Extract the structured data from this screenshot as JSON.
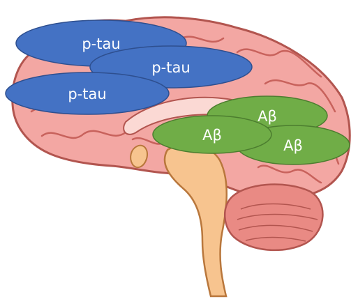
{
  "colors": {
    "brain_fill": "#f3a7a3",
    "brain_stroke": "#b2554f",
    "brain_fold": "#c8625c",
    "stem_fill": "#f7c48f",
    "stem_stroke": "#b9773c",
    "cerebellum_fill": "#e98a84",
    "tau_fill": "#4472c4",
    "tau_stroke": "#2e4f8f",
    "abeta_fill": "#70ad47",
    "abeta_stroke": "#4c7d2f",
    "label_text": "#ffffff"
  },
  "tau_markers": [
    {
      "label": "p-tau"
    },
    {
      "label": "p-tau"
    },
    {
      "label": "p-tau"
    }
  ],
  "abeta_markers": [
    {
      "label": "Aβ"
    },
    {
      "label": "Aβ"
    },
    {
      "label": "Aβ"
    }
  ]
}
